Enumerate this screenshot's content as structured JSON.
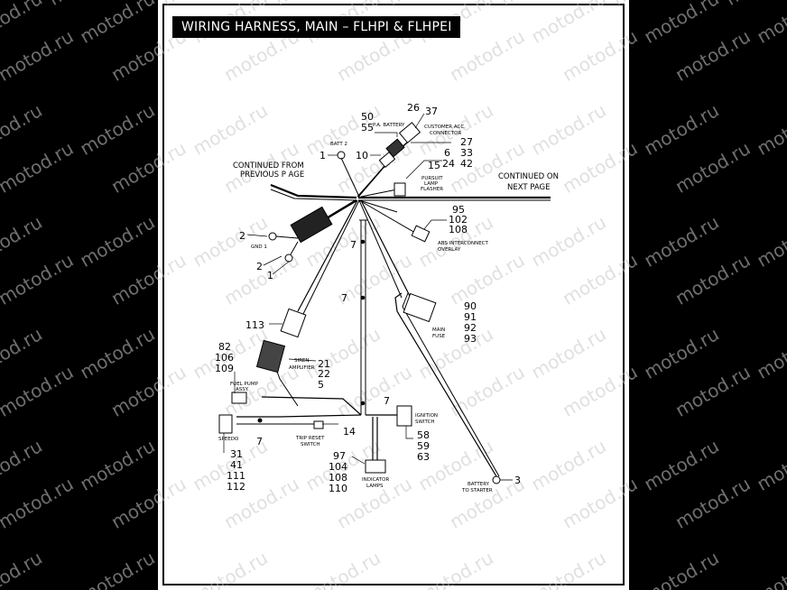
{
  "title": "WIRING HARNESS, MAIN – FLHPI & FLHPEI",
  "watermark": "motod.ru",
  "continued_from": [
    "CONTINUED FROM",
    "PREVIOUS P AGE"
  ],
  "continued_on": [
    "CONTINUED ON",
    "NEXT PAGE"
  ],
  "labels": {
    "batt2": "BATT 2",
    "p_a_battery": "P.A. BATTERY",
    "customer_acc": [
      "CUSTOMER ACC.",
      "CONNECTOR"
    ],
    "pursuit_lamp": [
      "PURSUIT",
      "LAMP",
      "FLASHER"
    ],
    "gnd1": "GND 1",
    "abs": [
      "ABS INTERCONNECT",
      "OVERLAY"
    ],
    "main_fuse": [
      "MAIN",
      "FUSE"
    ],
    "siren_amp": [
      "SIREN",
      "AMPLIFIER"
    ],
    "fuel_pump": [
      "FUEL PUMP",
      "ASSY."
    ],
    "speedo": "SPEEDO",
    "trip_reset": [
      "TRIP RESET",
      "SWITCH"
    ],
    "ignition": [
      "IGNITION",
      "SWITCH"
    ],
    "indicator": [
      "INDICATOR",
      "LAMPS"
    ],
    "battery_starter": [
      "BATTERY",
      "TO STARTER"
    ]
  },
  "callouts": {
    "c1_batt2": "1",
    "c50": "50",
    "c55": "55",
    "c26": "26",
    "c37": "37",
    "c27": "27",
    "c10": "10",
    "c6": "6",
    "c33": "33",
    "c24": "24",
    "c42": "42",
    "c15": "15",
    "c95": "95",
    "c102": "102",
    "c108a": "108",
    "c2a": "2",
    "c2b": "2",
    "c1b": "1",
    "c7a": "7",
    "c7b": "7",
    "c7c": "7",
    "c7d": "7",
    "c90": "90",
    "c91": "91",
    "c92": "92",
    "c93": "93",
    "c113": "113",
    "c82": "82",
    "c106": "106",
    "c109": "109",
    "c21": "21",
    "c22": "22",
    "c5": "5",
    "c14": "14",
    "c58": "58",
    "c59": "59",
    "c63": "63",
    "c97": "97",
    "c104": "104",
    "c108b": "108",
    "c110": "110",
    "c31": "31",
    "c41": "41",
    "c111": "111",
    "c112": "112",
    "c3": "3"
  }
}
